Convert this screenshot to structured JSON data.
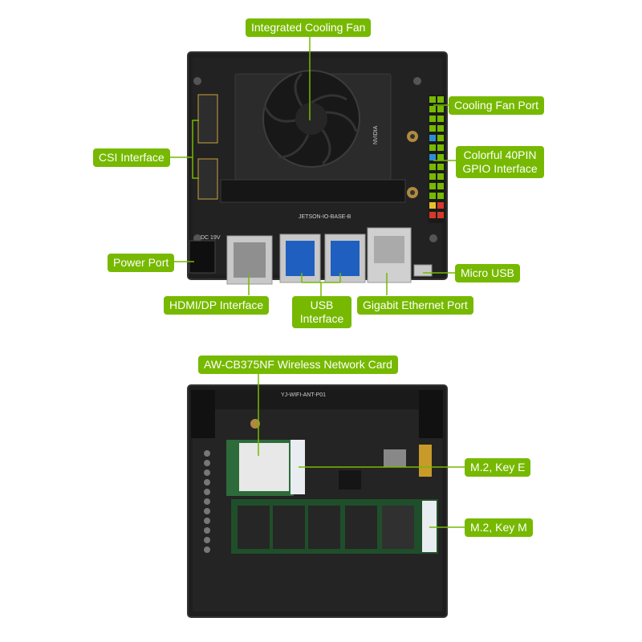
{
  "labels": {
    "cooling_fan": "Integrated Cooling Fan",
    "fan_port": "Cooling Fan Port",
    "csi": "CSI Interface",
    "gpio_line1": "Colorful 40PIN",
    "gpio_line2": "GPIO Interface",
    "power_port": "Power Port",
    "micro_usb": "Micro USB",
    "hdmi_dp": "HDMI/DP Interface",
    "usb_line1": "USB",
    "usb_line2": "Interface",
    "ethernet": "Gigabit Ethernet Port",
    "wireless": "AW-CB375NF Wireless Network Card",
    "m2_key_e": "M.2, Key E",
    "m2_key_m": "M.2, Key M"
  },
  "board_text": {
    "top_board": "JETSON-IO-BASE-B",
    "fan_brand": "NVIDIA",
    "bottom_board": "YJ-WIFI-ANT-P01",
    "power_marking": "DC 19V"
  },
  "colors": {
    "accent": "#76b900",
    "board": "#1c1c1c",
    "frame": "#2a2a2a"
  }
}
